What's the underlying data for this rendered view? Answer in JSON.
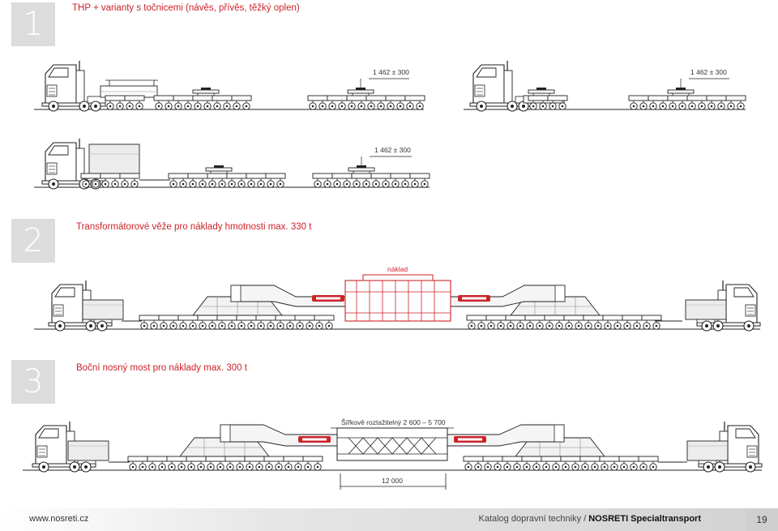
{
  "sections": [
    {
      "number": "1",
      "title": "THP + varianty s točnicemi (návěs, přívěs, těžký oplen)"
    },
    {
      "number": "2",
      "title": "Transformátorové věže pro náklady hmotnosti max. 330 t"
    },
    {
      "number": "3",
      "title": "Boční nosný most pro náklady max. 300 t"
    }
  ],
  "dimensions": {
    "d1": "1 462 ± 300",
    "d2": "1 462 ± 300",
    "d3": "1 462 ± 300",
    "width_range": "Šířkově roztažitelný 2 600 – 5 700",
    "length": "12 000"
  },
  "labels": {
    "cargo": "náklad"
  },
  "footer": {
    "url": "www.nosreti.cz",
    "catalog": "Katalog dopravní techniky / ",
    "brand": "NOSRETI Specialtransport",
    "page": "19"
  },
  "colors": {
    "accent": "#cc2229",
    "line": "#222222",
    "numbox": "#dcdcdc"
  }
}
